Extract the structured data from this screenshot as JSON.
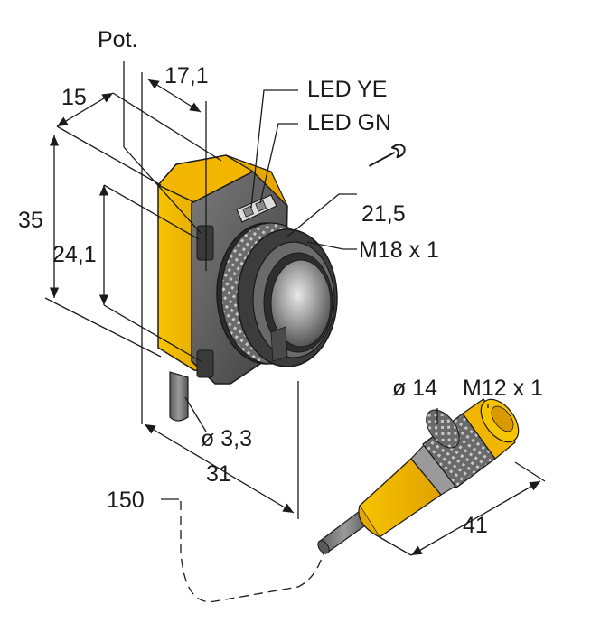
{
  "labels": {
    "pot": "Pot.",
    "dim_15": "15",
    "dim_17_1": "17,1",
    "dim_35": "35",
    "dim_24_1": "24,1",
    "led_ye": "LED YE",
    "led_gn": "LED GN",
    "dim_21_5": "21,5",
    "thread_m18": "M18 x 1",
    "cable_dia": "ø 3,3",
    "dim_31": "31",
    "dim_150": "150",
    "conn_dia": "ø 14",
    "thread_m12": "M12 x 1",
    "dim_41": "41"
  },
  "colors": {
    "housing_yellow": "#f5b800",
    "housing_shadow": "#d89a00",
    "body_gray": "#5a5a5a",
    "lens_gray": "#9a9a9a",
    "cable_gray": "#7a7a7a",
    "line": "#1a1a1a"
  },
  "icons": {
    "wrench": "wrench-icon"
  }
}
